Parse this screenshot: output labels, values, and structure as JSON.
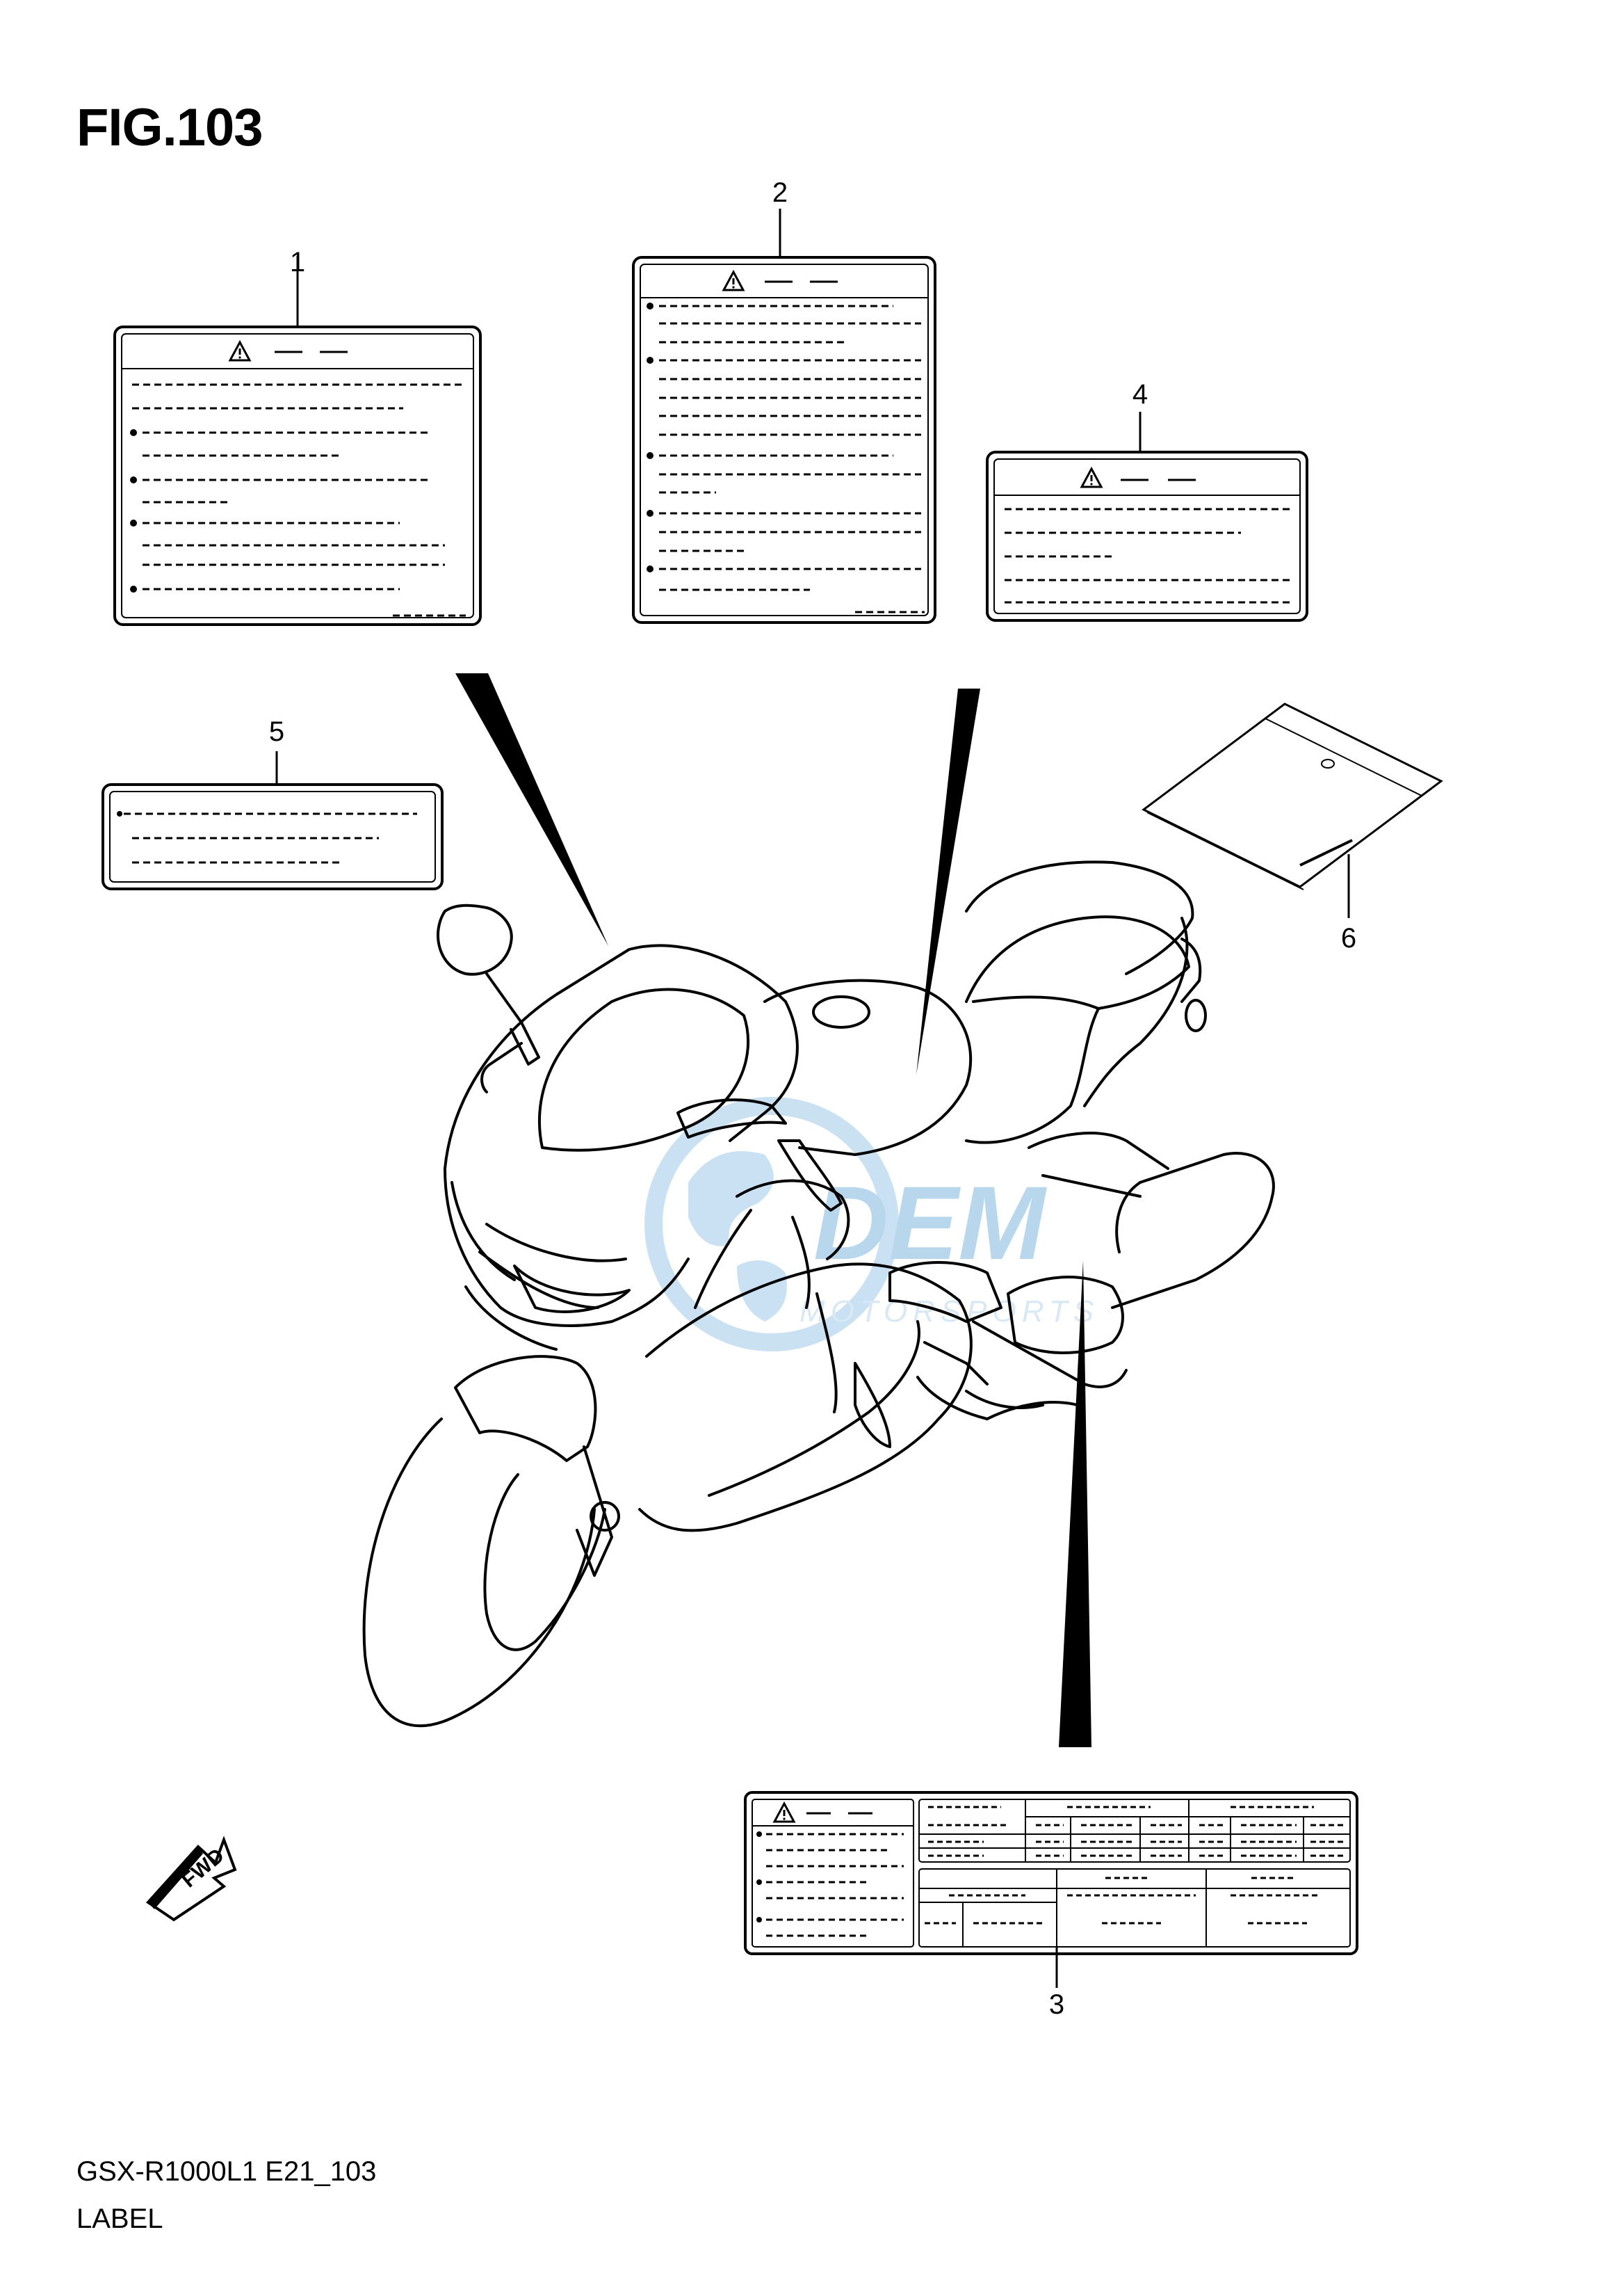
{
  "figure": {
    "title": "FIG.103",
    "code": "GSX-R1000L1 E21_103",
    "label": "LABEL"
  },
  "callouts": [
    "1",
    "2",
    "3",
    "4",
    "5",
    "6"
  ],
  "watermark": {
    "brand": "MOTORSPORTS",
    "color": "#9ec9e8"
  },
  "icons": {
    "warning": "warning-triangle-icon",
    "forward": "fwd-arrow-icon"
  },
  "fwd_text": "FWD"
}
